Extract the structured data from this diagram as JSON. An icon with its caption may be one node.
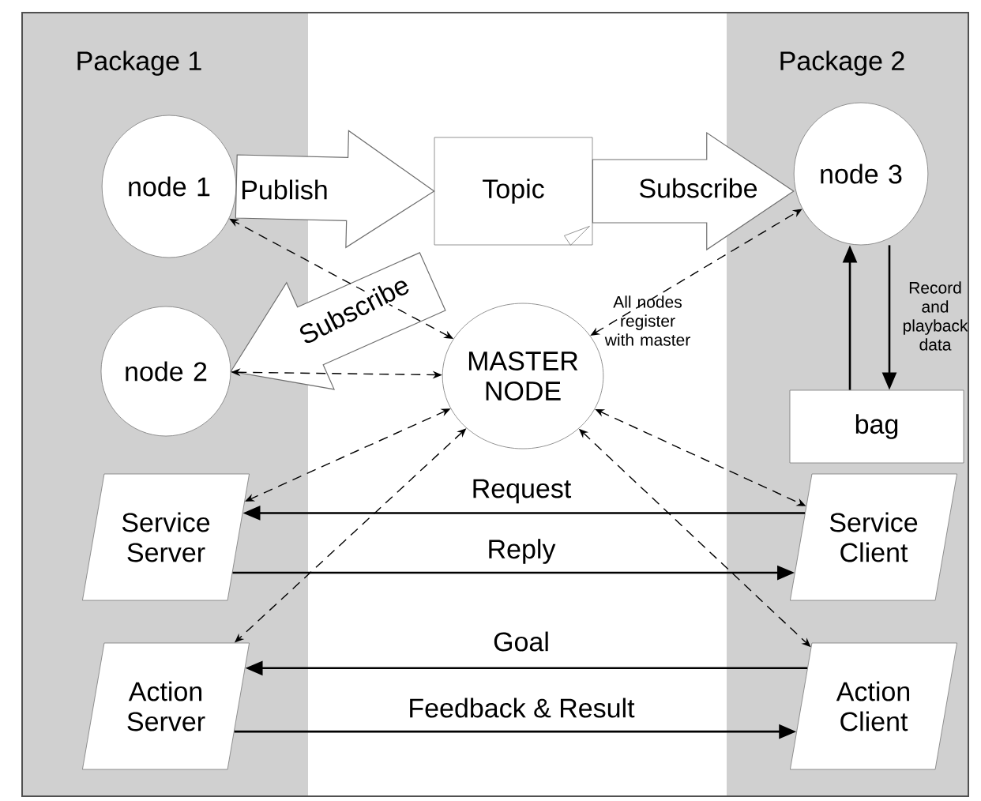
{
  "diagram": {
    "nodes": [
      {
        "text": [
          "Package 1"
        ]
      },
      {
        "text": [
          "Package 2"
        ]
      },
      {
        "text": [
          "node 1"
        ],
        "in": 0
      },
      {
        "text": [
          "node 2"
        ],
        "in": 0
      },
      {
        "text": [
          "Topic"
        ]
      },
      {
        "text": [
          "node 3"
        ],
        "in": 1
      },
      {
        "text": [
          "MASTER NODE"
        ]
      },
      {
        "text": [
          "bag"
        ],
        "in": 1
      },
      {
        "text": [
          "Service Server"
        ],
        "in": 0
      },
      {
        "text": [
          "Service Client"
        ],
        "in": 1
      },
      {
        "text": [
          "Action Server"
        ],
        "in": 0
      },
      {
        "text": [
          "Action Client"
        ],
        "in": 1
      }
    ],
    "edges": [
      {
        "from": 2,
        "to": 4,
        "arrow": "to",
        "label": "Publish",
        "style": "thick"
      },
      {
        "from": 4,
        "to": 5,
        "arrow": "to",
        "label": "Subscribe",
        "style": "thick"
      },
      {
        "from": 4,
        "to": 3,
        "arrow": "to",
        "label": "Subscribe",
        "style": "thick"
      },
      {
        "from": 6,
        "to": 2,
        "arrow": "both",
        "style": "dashed"
      },
      {
        "from": 6,
        "to": 3,
        "arrow": "both",
        "style": "dashed"
      },
      {
        "from": 6,
        "to": 5,
        "arrow": "both",
        "style": "dashed"
      },
      {
        "from": 7,
        "to": 5,
        "arrow": "to"
      },
      {
        "from": 5,
        "to": 7,
        "arrow": "to",
        "label": "Record and playback data"
      },
      {
        "from": 6,
        "to": 8,
        "arrow": "both",
        "style": "dashed"
      },
      {
        "from": 6,
        "to": 9,
        "arrow": "both",
        "style": "dashed"
      },
      {
        "from": 6,
        "to": 10,
        "arrow": "both",
        "style": "dashed"
      },
      {
        "from": 6,
        "to": 11,
        "arrow": "both",
        "style": "dashed"
      },
      {
        "from": 9,
        "to": 8,
        "arrow": "to",
        "label": "Request"
      },
      {
        "from": 8,
        "to": 9,
        "arrow": "to",
        "label": "Reply"
      },
      {
        "from": 11,
        "to": 10,
        "arrow": "to",
        "label": "Goal"
      },
      {
        "from": 10,
        "to": 11,
        "arrow": "to",
        "label": "Feedback & Result"
      }
    ],
    "labels": [
      "All nodes register with master"
    ]
  }
}
